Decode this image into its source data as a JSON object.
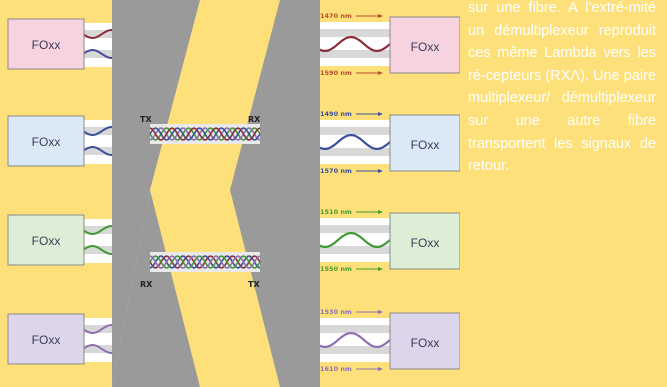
{
  "left_modules": [
    {
      "label": "FOxx",
      "fill": "#f7d3df",
      "wave": [
        "#8a2f3a",
        "#4a4a9a"
      ]
    },
    {
      "label": "FOxx",
      "fill": "#dbe9f7",
      "wave": [
        "#3b4f9b",
        "#3b4f9b"
      ]
    },
    {
      "label": "FOxx",
      "fill": "#dcefd6",
      "wave": [
        "#3f9a34",
        "#3f9a34"
      ]
    },
    {
      "label": "FOxx",
      "fill": "#ddd6ea",
      "wave": [
        "#8e6fb0",
        "#8e6fb0"
      ]
    }
  ],
  "right_modules": [
    {
      "label": "FOxx",
      "fill": "#f7d3df",
      "wave": "#8a2f3a",
      "tag_color": "#b4502c"
    },
    {
      "label": "FOxx",
      "fill": "#dbe9f7",
      "wave": "#3b4f9b",
      "tag_color": "#3b4f9b"
    },
    {
      "label": "FOxx",
      "fill": "#dcefd6",
      "wave": "#3f9a34",
      "tag_color": "#4a9a2c"
    },
    {
      "label": "FOxx",
      "fill": "#ddd6ea",
      "wave": "#8e6fb0",
      "tag_color": "#8e6fb0"
    }
  ],
  "wavelength_tags": [
    "1470 nm",
    "1590 nm",
    "1490 nm",
    "1570 nm",
    "1510 nm",
    "1550 nm",
    "1530 nm",
    "1610 nm"
  ],
  "ports": {
    "top_left": "TX",
    "top_right": "RX",
    "bottom_left": "RX",
    "bottom_right": "TX"
  },
  "caption": "sur une fibre. A l’extré-mité un démultiplexeur reproduit ces même Lambda vers les ré-cepteurs (RXΛ). Une paire multiplexeur/ démultiplexeur sur une autre fibre transportent les signaux de retour.",
  "colors": {
    "background": "#fee07a",
    "mux": "#9a9a9a",
    "fiber_bg": "#d8d8d8",
    "caption": "#ffffff"
  }
}
